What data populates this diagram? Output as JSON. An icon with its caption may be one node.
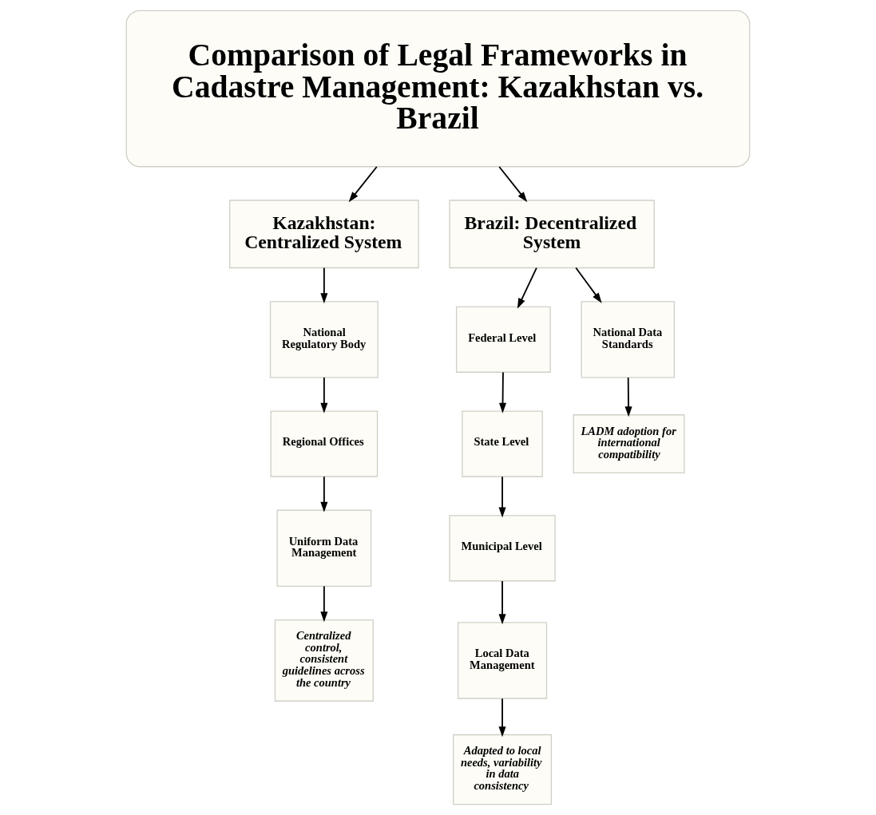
{
  "diagram": {
    "nodes": [
      {
        "text": [
          "Comparison of Legal Frameworks in Cadastre Management: Kazakhstan vs. Brazil"
        ]
      },
      {
        "text": [
          "Kazakhstan: Centralized System"
        ]
      },
      {
        "text": [
          "Brazil: Decentralized System"
        ]
      },
      {
        "text": [
          "National Regulatory Body"
        ]
      },
      {
        "text": [
          "Regional Offices"
        ]
      },
      {
        "text": [
          "Uniform Data Management"
        ]
      },
      {
        "text": [
          "Centralized control, consistent guidelines across the country"
        ]
      },
      {
        "text": [
          "Federal Level"
        ]
      },
      {
        "text": [
          "National Data Standards"
        ]
      },
      {
        "text": [
          "State Level"
        ]
      },
      {
        "text": [
          "Municipal Level"
        ]
      },
      {
        "text": [
          "Local Data Management"
        ]
      },
      {
        "text": [
          "Adapted to local needs, variability in data consistency"
        ]
      },
      {
        "text": [
          "LADM adoption for international compatibility"
        ]
      }
    ],
    "edges": [
      {
        "from": 0,
        "to": 1,
        "arrow": "to"
      },
      {
        "from": 0,
        "to": 2,
        "arrow": "to"
      },
      {
        "from": 1,
        "to": 3,
        "arrow": "to"
      },
      {
        "from": 3,
        "to": 4,
        "arrow": "to"
      },
      {
        "from": 4,
        "to": 5,
        "arrow": "to"
      },
      {
        "from": 5,
        "to": 6,
        "arrow": "to"
      },
      {
        "from": 2,
        "to": 7,
        "arrow": "to"
      },
      {
        "from": 2,
        "to": 8,
        "arrow": "to"
      },
      {
        "from": 7,
        "to": 9,
        "arrow": "to"
      },
      {
        "from": 9,
        "to": 10,
        "arrow": "to"
      },
      {
        "from": 10,
        "to": 11,
        "arrow": "to"
      },
      {
        "from": 11,
        "to": 12,
        "arrow": "to"
      },
      {
        "from": 8,
        "to": 13,
        "arrow": "to"
      }
    ]
  }
}
